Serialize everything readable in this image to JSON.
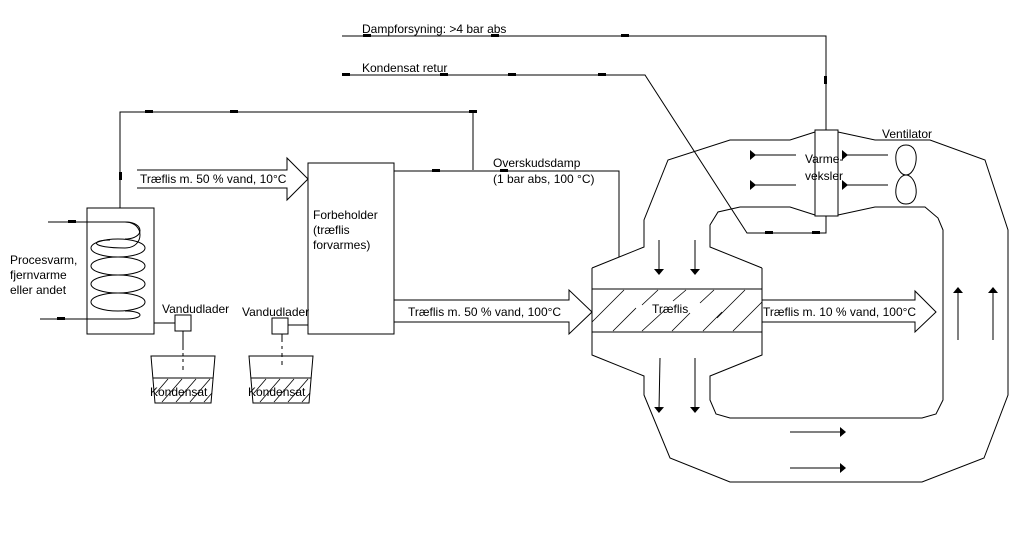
{
  "title": "Træflis tørring med overskudsdamp",
  "colors": {
    "line": "#000000",
    "background": "#ffffff",
    "text": "#000000"
  },
  "labels": {
    "steam_supply": "Dampforsyning: >4 bar abs",
    "condensate_return": "Kondensat retur",
    "heat_source": [
      "Procesvarm,",
      "fjernvarme",
      "eller andet"
    ],
    "preheater": [
      "Forbeholder",
      "(træflis",
      "forvarmes)"
    ],
    "excess_steam": [
      "Overskudsdamp",
      "(1 bar abs, 100 °C)"
    ],
    "heat_exchanger": [
      "Varme-",
      "veksler"
    ],
    "fan": "Ventilator",
    "dryer_bed": "Træflis",
    "steam_trap_1": "Vandudlader",
    "steam_trap_2": "Vandudlader",
    "condensate_1": "Kondensat",
    "condensate_2": "Kondensat"
  },
  "flows": {
    "input_chips": "Træflis m. 50 % vand, 10°C",
    "preheated_chips": "Træflis m. 50 % vand, 100°C",
    "dried_chips": "Træflis m. 10 % vand, 100°C"
  },
  "components": [
    {
      "id": "heat-source-tank",
      "type": "coil-tank"
    },
    {
      "id": "preheater-vessel",
      "type": "vessel"
    },
    {
      "id": "dryer",
      "type": "dryer-chamber"
    },
    {
      "id": "heat-exchanger",
      "type": "heat-exchanger"
    },
    {
      "id": "fan",
      "type": "fan"
    },
    {
      "id": "steam-trap-1",
      "type": "steam-trap"
    },
    {
      "id": "steam-trap-2",
      "type": "steam-trap"
    },
    {
      "id": "condensate-bucket-1",
      "type": "bucket"
    },
    {
      "id": "condensate-bucket-2",
      "type": "bucket"
    }
  ]
}
